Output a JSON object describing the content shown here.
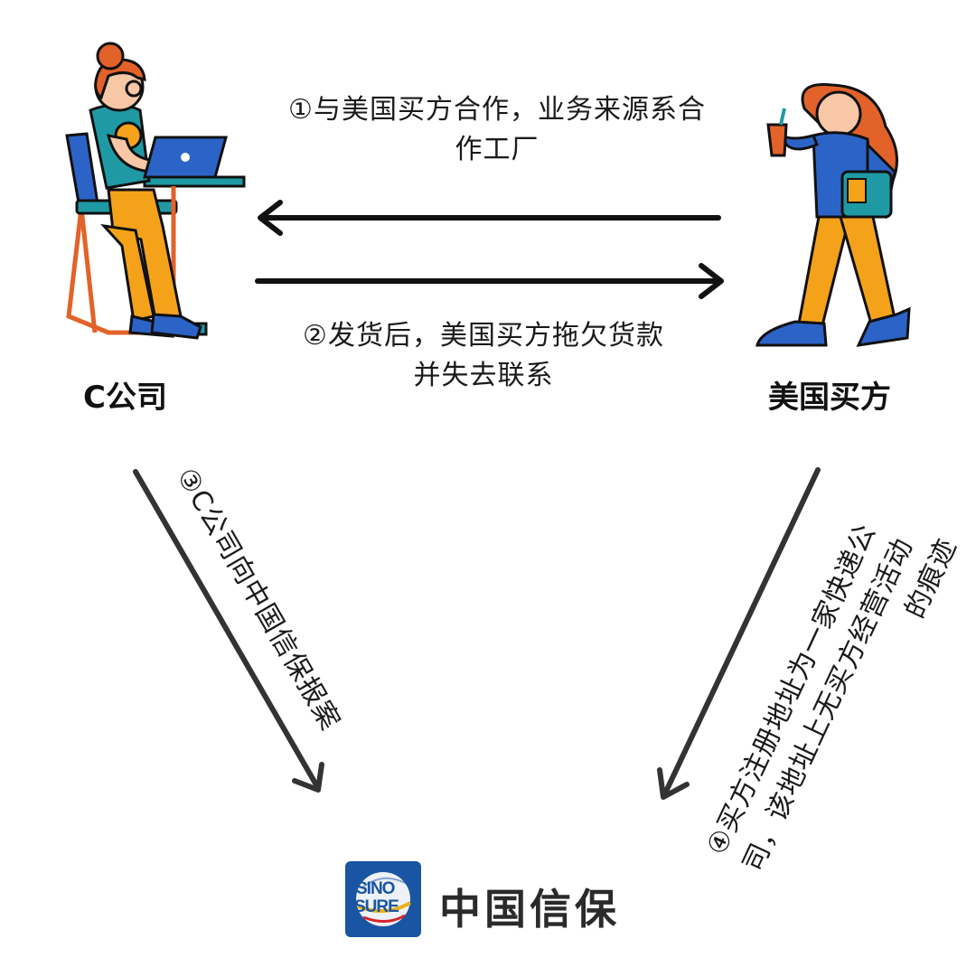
{
  "parties": {
    "seller_label": "C公司",
    "buyer_label": "美国买方"
  },
  "steps": {
    "step1": {
      "line1": "①与美国买方合作，业务来源系合",
      "line2": "作工厂"
    },
    "step2": {
      "line1": "②发货后，美国买方拖欠货款",
      "line2": "并失去联系"
    },
    "step3": {
      "line1": "③C公司向中国信保报案"
    },
    "step4": {
      "line1": "④买方注册地址为一家快递公",
      "line2": "司，该地址上无买方经营活动",
      "line3": "的痕迹"
    }
  },
  "logo": {
    "badge_line1": "SINO",
    "badge_line2": "SURE",
    "name": "中国信保",
    "color": "#1a55a3"
  },
  "colors": {
    "arrow": "#111111",
    "diag_arrow": "#333333",
    "pants": "#f5a21b",
    "teal": "#1f9aa5",
    "blue": "#2c63c7",
    "hair": "#e2622a"
  }
}
